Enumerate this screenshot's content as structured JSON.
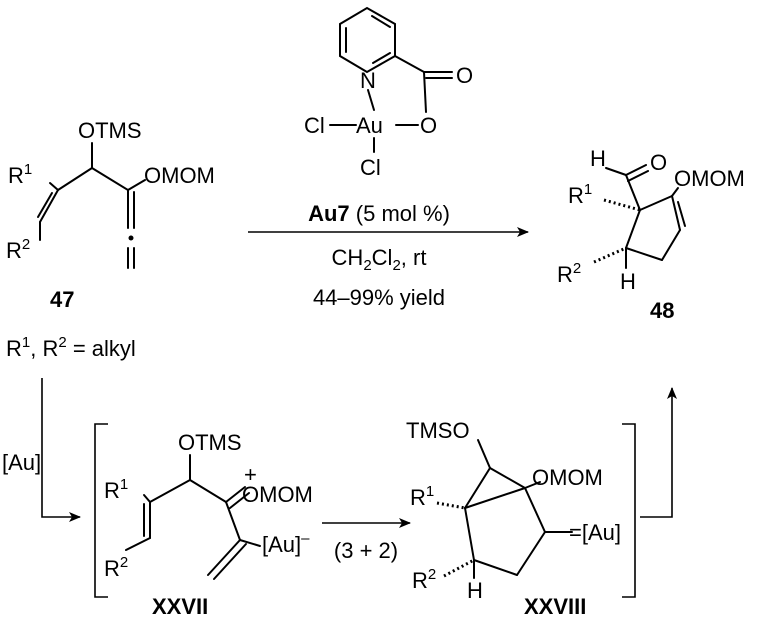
{
  "catalyst": {
    "N": "N",
    "O_carbonyl": "O",
    "Cl_left": "Cl",
    "Au": "Au",
    "O_bridge": "O",
    "Cl_bottom": "Cl"
  },
  "conditions": {
    "catalyst_name": "Au7",
    "catalyst_loading": " (5 mol %)",
    "solvent_main": "CH",
    "solvent_sub1": "2",
    "solvent_mid": "Cl",
    "solvent_sub2": "2",
    "solvent_tail": ", rt",
    "yield": "44–99% yield"
  },
  "reactant": {
    "otms": "OTMS",
    "omom": "OMOM",
    "r1": "R",
    "r1_sup": "1",
    "r2": "R",
    "r2_sup": "2",
    "compound_number": "47",
    "substituent_note_r": "R",
    "substituent_note_sup1": "1",
    "substituent_note_mid": ", R",
    "substituent_note_sup2": "2",
    "substituent_note_tail": " = alkyl"
  },
  "product": {
    "h_aldehyde": "H",
    "o_aldehyde": "O",
    "omom": "OMOM",
    "r1": "R",
    "r1_sup": "1",
    "r2": "R",
    "r2_sup": "2",
    "h": "H",
    "compound_number": "48"
  },
  "intermediate_1": {
    "otms": "OTMS",
    "plus": "+",
    "omom": "OMOM",
    "r1": "R",
    "r1_sup": "1",
    "r2": "R",
    "r2_sup": "2",
    "au": "[Au]",
    "minus": "–",
    "label": "XXVII"
  },
  "intermediate_2": {
    "tmso": "TMSO",
    "omom": "OMOM",
    "r1": "R",
    "r1_sup": "1",
    "au": "=[Au]",
    "r2": "R",
    "r2_sup": "2",
    "h": "H",
    "label": "XXVIII"
  },
  "steps": {
    "au_label": "[Au]",
    "cycloaddition": "(3 + 2)"
  }
}
